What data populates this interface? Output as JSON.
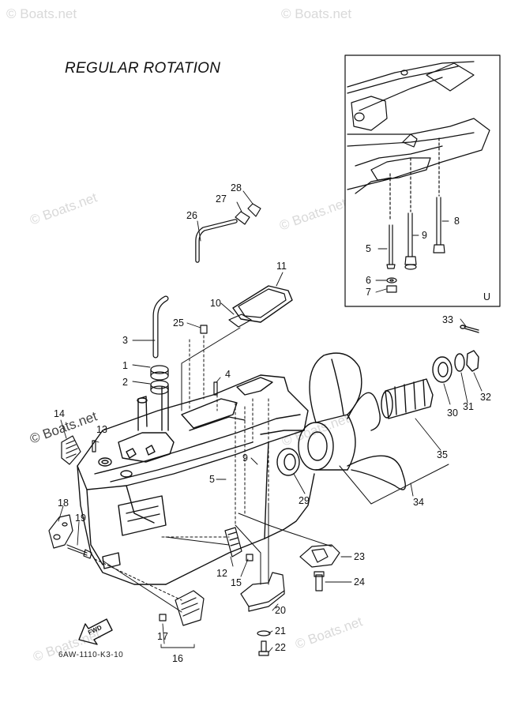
{
  "title": "REGULAR ROTATION",
  "watermark": "© Boats.net",
  "inset_letter": "U",
  "diagram_code": "6AW-1110-K3-10",
  "fwd_label": "FWD",
  "parts": [
    {
      "id": "p1",
      "label": "1"
    },
    {
      "id": "p2",
      "label": "2"
    },
    {
      "id": "p3",
      "label": "3"
    },
    {
      "id": "p4",
      "label": "4"
    },
    {
      "id": "p5a",
      "label": "5"
    },
    {
      "id": "p5b",
      "label": "5"
    },
    {
      "id": "p6",
      "label": "6"
    },
    {
      "id": "p7",
      "label": "7"
    },
    {
      "id": "p8",
      "label": "8"
    },
    {
      "id": "p9a",
      "label": "9"
    },
    {
      "id": "p9b",
      "label": "9"
    },
    {
      "id": "p10",
      "label": "10"
    },
    {
      "id": "p11",
      "label": "11"
    },
    {
      "id": "p12",
      "label": "12"
    },
    {
      "id": "p13",
      "label": "13"
    },
    {
      "id": "p14",
      "label": "14"
    },
    {
      "id": "p15",
      "label": "15"
    },
    {
      "id": "p16",
      "label": "16"
    },
    {
      "id": "p17",
      "label": "17"
    },
    {
      "id": "p18",
      "label": "18"
    },
    {
      "id": "p19",
      "label": "19"
    },
    {
      "id": "p20",
      "label": "20"
    },
    {
      "id": "p21",
      "label": "21"
    },
    {
      "id": "p22",
      "label": "22"
    },
    {
      "id": "p23",
      "label": "23"
    },
    {
      "id": "p24",
      "label": "24"
    },
    {
      "id": "p25",
      "label": "25"
    },
    {
      "id": "p26",
      "label": "26"
    },
    {
      "id": "p27",
      "label": "27"
    },
    {
      "id": "p28",
      "label": "28"
    },
    {
      "id": "p29",
      "label": "29"
    },
    {
      "id": "p30",
      "label": "30"
    },
    {
      "id": "p31",
      "label": "31"
    },
    {
      "id": "p32",
      "label": "32"
    },
    {
      "id": "p33",
      "label": "33"
    },
    {
      "id": "p34",
      "label": "34"
    },
    {
      "id": "p35",
      "label": "35"
    }
  ]
}
